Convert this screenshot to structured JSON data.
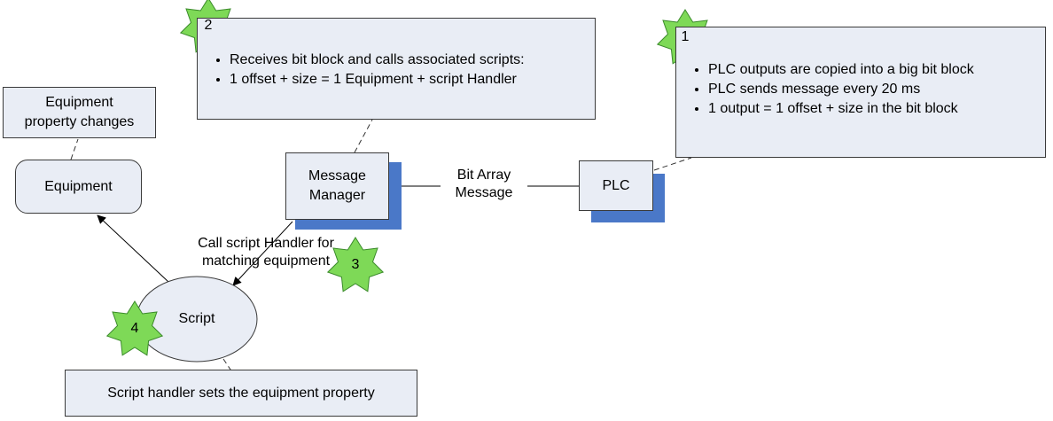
{
  "callouts": {
    "plc_note": {
      "items": [
        "PLC outputs are copied into a big bit block",
        "PLC sends message every 20 ms",
        "1 output = 1 offset + size in the bit block"
      ]
    },
    "manager_note": {
      "items": [
        "Receives bit block and calls associated scripts:",
        "1 offset + size = 1 Equipment + script Handler"
      ]
    },
    "equipment_note": {
      "line1": "Equipment",
      "line2": "property changes"
    },
    "script_note": {
      "text": "Script handler sets the equipment property"
    }
  },
  "nodes": {
    "plc": "PLC",
    "message_manager": {
      "line1": "Message",
      "line2": "Manager"
    },
    "equipment": "Equipment",
    "script": "Script"
  },
  "edges": {
    "bit_array": {
      "line1": "Bit Array",
      "line2": "Message"
    },
    "call_handler": {
      "line1": "Call script Handler for",
      "line2": "matching equipment"
    }
  },
  "steps": [
    "1",
    "2",
    "3",
    "4"
  ],
  "colors": {
    "box_fill": "#e9edf5",
    "shadow": "#4a78c8",
    "star": "#7ed957",
    "border": "#3a3a3a"
  }
}
